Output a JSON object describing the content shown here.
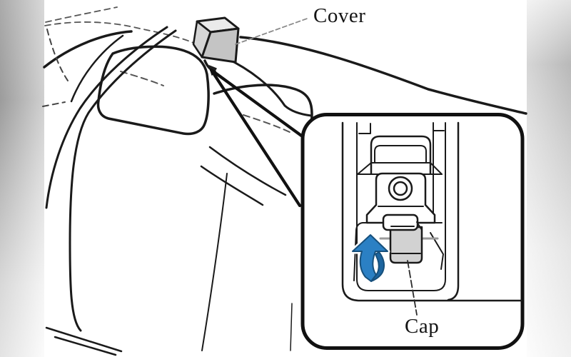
{
  "title": "Vehicle interior part-location diagram",
  "labels": {
    "cover": "Cover",
    "cap": "Cap"
  },
  "icons": {
    "arrow": "up-curved-arrow-icon"
  },
  "colors": {
    "line": "#1a1a1a",
    "inset_border": "#111111",
    "arrow_blue": "#2b80c4",
    "arrow_blue_dark": "#1d659f",
    "arrow_outline": "#17507c",
    "cover_gray": "#c4c4c4",
    "cover_top_gray": "#eaeaea",
    "cover_side_gray": "#d5d5d5",
    "cap_gray": "#d2d2d2",
    "leader_gray": "#8a8a8a"
  }
}
